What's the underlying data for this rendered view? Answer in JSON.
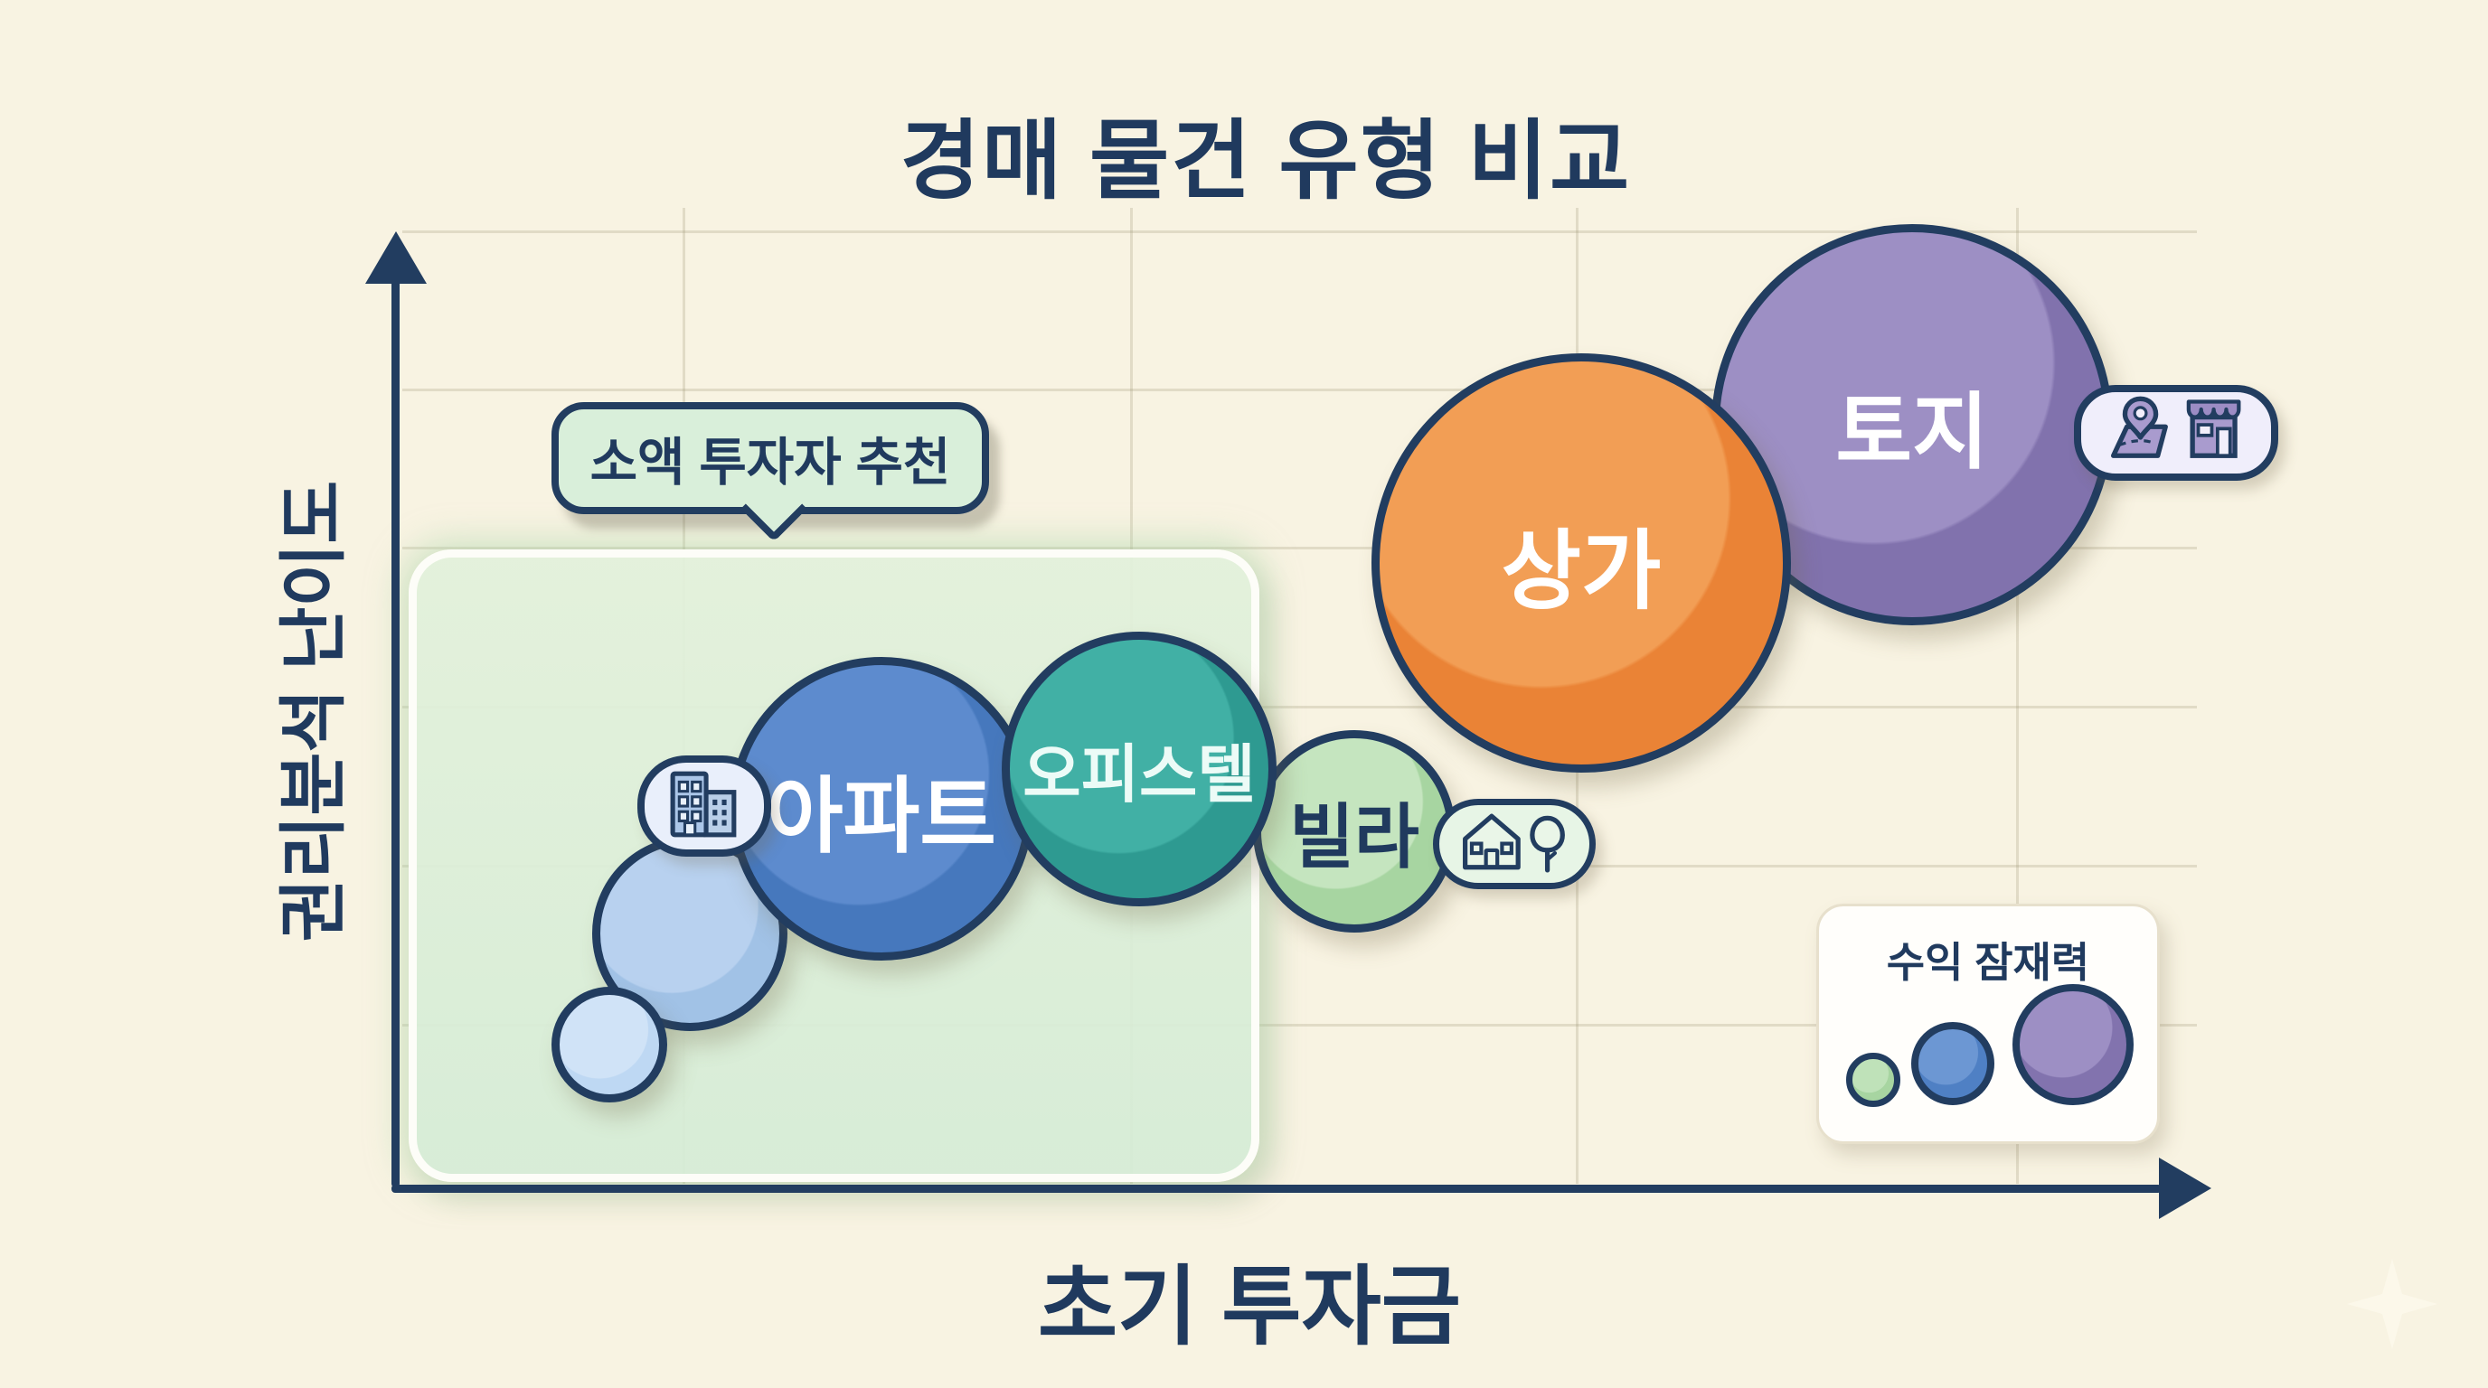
{
  "title": "경매 물건 유형 비교",
  "axes": {
    "y_label": "권리분석 난이도",
    "x_label": "초기 투자금"
  },
  "callout": {
    "label": "소액 투자자 추천"
  },
  "legend": {
    "title": "수익 잠재력",
    "sizes": [
      "small",
      "medium",
      "large"
    ]
  },
  "bubbles": [
    {
      "id": "tiny-unlabeled",
      "label": "",
      "color": "#bed8f3"
    },
    {
      "id": "small-unlabeled",
      "label": "",
      "color": "#a1c2e6"
    },
    {
      "id": "apartment",
      "label": "아파트",
      "color": "#4678bd"
    },
    {
      "id": "officetel",
      "label": "오피스텔",
      "color": "#2e9a91"
    },
    {
      "id": "villa",
      "label": "빌라",
      "color": "#a7d5a1"
    },
    {
      "id": "commercial",
      "label": "상가",
      "color": "#ea8336"
    },
    {
      "id": "land",
      "label": "토지",
      "color": "#8172ad"
    }
  ],
  "icons": [
    "building-icon",
    "house-icon",
    "tree-icon",
    "map-pin-icon",
    "store-icon",
    "sparkle-icon"
  ],
  "colors": {
    "background": "#f8f3e2",
    "navy_outline": "#223d60",
    "title_text": "#203a5e",
    "zone_fill": "#dfeeda",
    "zone_border": "#fdfdf8",
    "callout_fill": "#d9efda",
    "legend_fill": "#fffefb"
  },
  "chart_data": {
    "type": "scatter",
    "title": "경매 물건 유형 비교",
    "xlabel": "초기 투자금",
    "ylabel": "권리분석 난이도",
    "axis_ticks": "none (qualitative axes, arrows only)",
    "size_meaning": "수익 잠재력 (legend: larger bubble = higher profit potential)",
    "points": [
      {
        "label": "",
        "x": 12,
        "y": 15,
        "radius_px": 63,
        "color": "#bed8f3"
      },
      {
        "label": "",
        "x": 17,
        "y": 27,
        "radius_px": 108,
        "color": "#a1c2e6"
      },
      {
        "label": "아파트",
        "x": 27,
        "y": 40,
        "radius_px": 168,
        "color": "#4678bd"
      },
      {
        "label": "오피스텔",
        "x": 41,
        "y": 44,
        "radius_px": 152,
        "color": "#2e9a91"
      },
      {
        "label": "빌라",
        "x": 53,
        "y": 36,
        "radius_px": 112,
        "color": "#a7d5a1"
      },
      {
        "label": "상가",
        "x": 65,
        "y": 66,
        "radius_px": 232,
        "color": "#ea8336"
      },
      {
        "label": "토지",
        "x": 84,
        "y": 81,
        "radius_px": 222,
        "color": "#8172ad"
      }
    ],
    "annotations": [
      {
        "type": "highlighted-region",
        "label": "소액 투자자 추천",
        "covers": [
          "아파트",
          "오피스텔",
          "unlabeled small bubbles"
        ]
      }
    ],
    "legend_position": "bottom-right",
    "grid": "faint beige grid lines"
  }
}
